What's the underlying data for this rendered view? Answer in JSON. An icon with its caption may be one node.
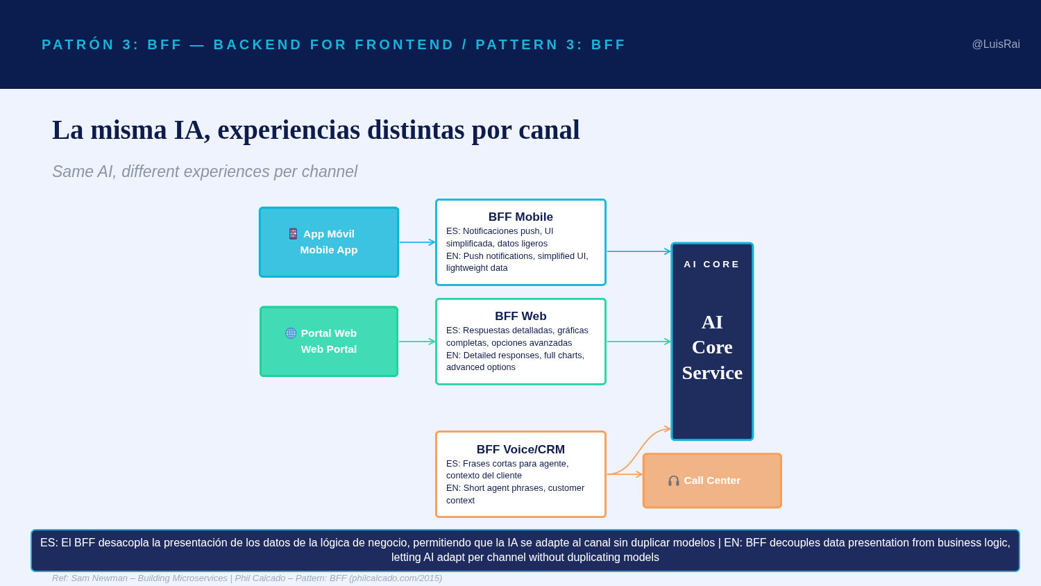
{
  "diagram": {
    "title": "La misma IA, experiencias distintas por canal",
    "nodes": [
      {
        "text": [
          "App Móvil",
          "Mobile App"
        ]
      },
      {
        "text": [
          "BFF Mobile",
          "ES: Notificaciones push, UI simplificada, datos ligeros",
          "EN: Push notifications, simplified UI, lightweight data"
        ]
      },
      {
        "text": [
          "Portal Web",
          "Web Portal"
        ]
      },
      {
        "text": [
          "BFF Web",
          "ES: Respuestas detalladas, gráficas completas, opciones avanzadas",
          "EN: Detailed responses, full charts, advanced options"
        ]
      },
      {
        "text": [
          "AI CORE",
          "AI Core Service"
        ]
      },
      {
        "text": [
          "BFF Voice/CRM",
          "ES: Frases cortas para agente, contexto del cliente",
          "EN: Short agent phrases, customer context"
        ]
      },
      {
        "text": [
          "Call Center"
        ]
      }
    ],
    "edges": [
      {
        "from": 0,
        "to": 1,
        "arrow": "to",
        "color": "#1ab6dc"
      },
      {
        "from": 1,
        "to": 4,
        "arrow": "to",
        "color": "#1ab6dc"
      },
      {
        "from": 2,
        "to": 3,
        "arrow": "to",
        "color": "#2dd6a4"
      },
      {
        "from": 3,
        "to": 4,
        "arrow": "to",
        "color": "#2dd6a4"
      },
      {
        "from": 5,
        "to": 4,
        "arrow": "to",
        "color": "#f4a261"
      },
      {
        "from": 5,
        "to": 6,
        "arrow": "to",
        "color": "#f4a261"
      }
    ],
    "labels": [
      "PATRÓN 3: BFF — BACKEND FOR FRONTEND / PATTERN 3: BFF",
      "@LuisRai",
      "Same AI, different experiences per channel",
      "ES: El BFF desacopla la presentación de los datos de la lógica de negocio, permitiendo que la IA se adapte al canal sin duplicar modelos | EN: BFF decouples data presentation from business logic, letting AI adapt per channel without duplicating models",
      "Ref: Sam Newman – Building Microservices | Phil Calcado – Pattern: BFF (philcalcado.com/2015)"
    ]
  }
}
